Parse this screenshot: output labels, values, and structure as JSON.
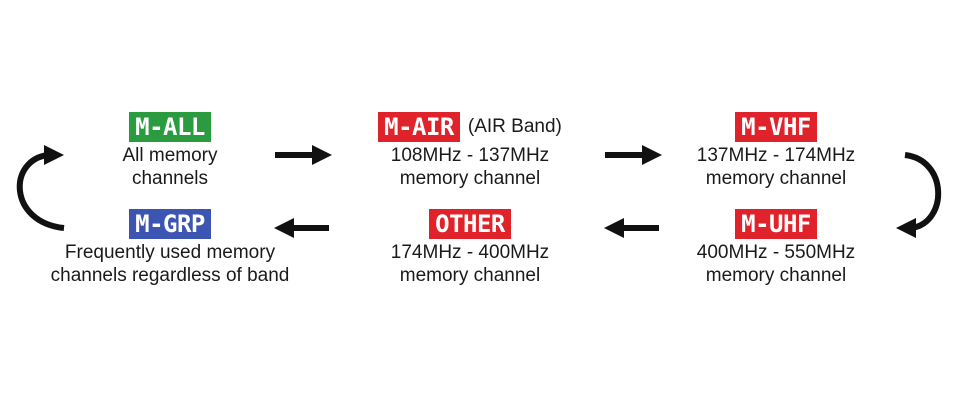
{
  "colors": {
    "green": "#2a9b3e",
    "red": "#e0222a",
    "blue": "#3d55b2",
    "arrow": "#111111"
  },
  "nodes": {
    "m_all": {
      "badge": "M-ALL",
      "lines": [
        "All memory",
        "channels"
      ]
    },
    "m_air": {
      "badge": "M-AIR",
      "extra": "(AIR Band)",
      "lines": [
        "108MHz - 137MHz",
        "memory channel"
      ]
    },
    "m_vhf": {
      "badge": "M-VHF",
      "lines": [
        "137MHz - 174MHz",
        "memory channel"
      ]
    },
    "m_uhf": {
      "badge": "M-UHF",
      "lines": [
        "400MHz - 550MHz",
        "memory channel"
      ]
    },
    "other": {
      "badge": "OTHER",
      "lines": [
        "174MHz - 400MHz",
        "memory channel"
      ]
    },
    "m_grp": {
      "badge": "M-GRP",
      "lines": [
        "Frequently used memory",
        "channels regardless of band"
      ]
    }
  }
}
